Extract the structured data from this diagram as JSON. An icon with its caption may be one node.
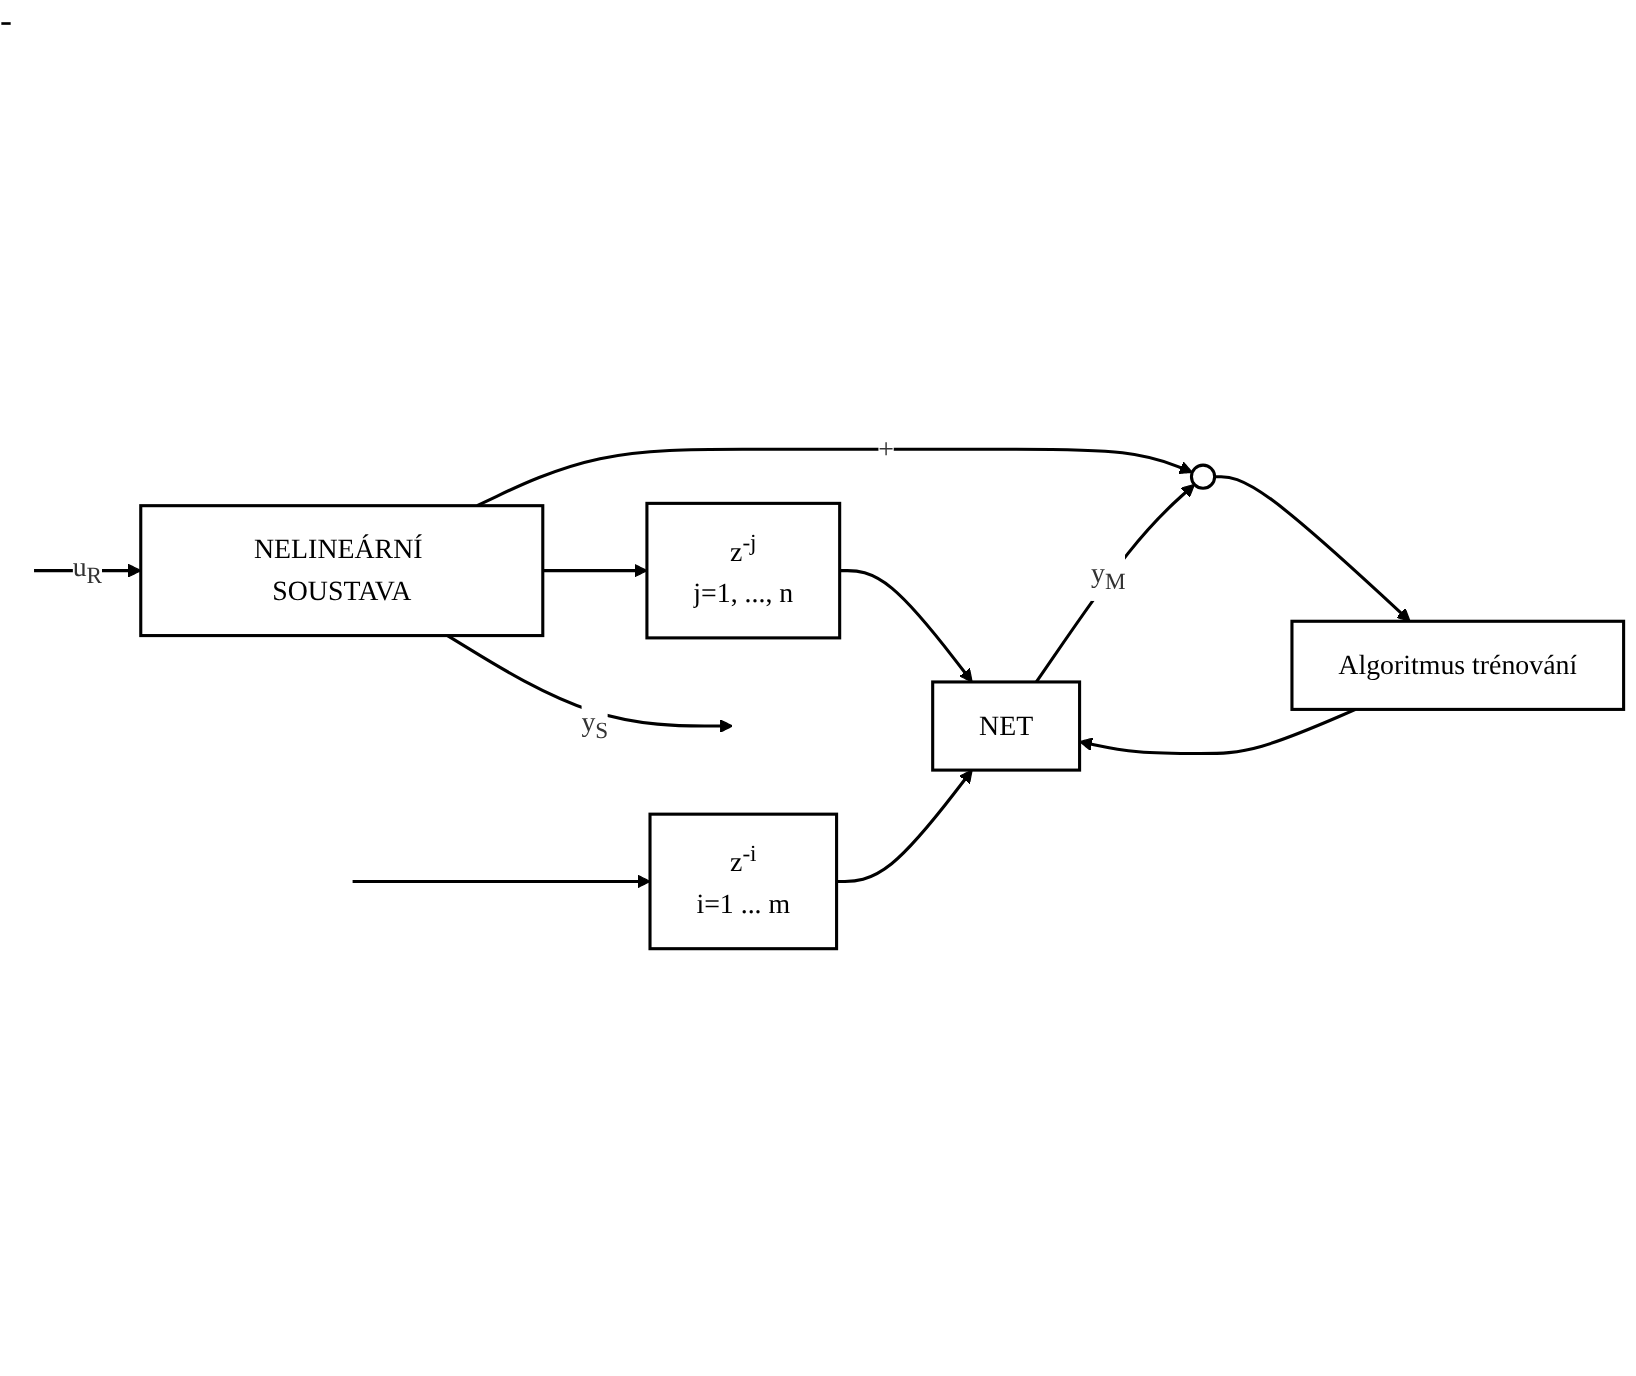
{
  "diagram": {
    "nodes": [
      {
        "text": [
          "NELINEÁRNÍ SOUSTAVA"
        ]
      },
      {
        "text": [
          "z$^{-j}$",
          "j=1, ..., n"
        ]
      },
      {
        "text": [
          "NET"
        ]
      },
      {
        "text": [
          "z$^{-i}$",
          "i=1 ... m"
        ]
      },
      {
        "text": [],
        "shape": "circle"
      },
      {
        "text": [
          "Algoritmus trénování"
        ]
      }
    ],
    "edges": [
      {
        "from": null,
        "to": 0,
        "arrow": "to",
        "label": "u$_{R}$"
      },
      {
        "from": null,
        "to": 3,
        "arrow": "to"
      },
      {
        "from": 0,
        "to": null,
        "arrow": "to",
        "label": "y$_{S}$"
      },
      {
        "from": 0,
        "to": 1,
        "arrow": "to"
      },
      {
        "from": 0,
        "to": 4,
        "arrow": "to",
        "label": "+"
      },
      {
        "from": 1,
        "to": 2,
        "arrow": "to"
      },
      {
        "from": 3,
        "to": 2,
        "arrow": "to"
      },
      {
        "from": 2,
        "to": 4,
        "arrow": "to",
        "label": "y$_{M}$"
      },
      {
        "from": 4,
        "to": 5,
        "arrow": "to"
      },
      {
        "from": 5,
        "to": 2,
        "arrow": "to"
      }
    ],
    "labels": [
      "-"
    ]
  }
}
